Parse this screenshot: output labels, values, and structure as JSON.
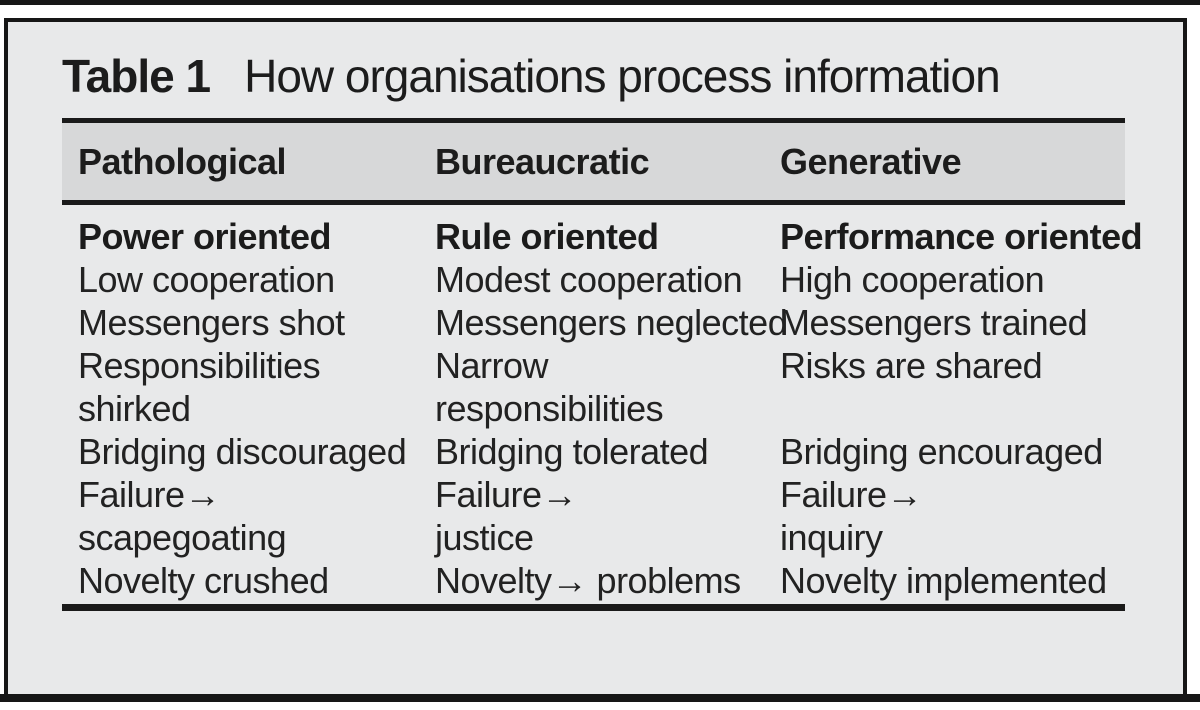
{
  "title": {
    "label": "Table 1",
    "text": "How organisations process information"
  },
  "table": {
    "columns": [
      "Pathological",
      "Bureaucratic",
      "Generative"
    ],
    "rows": [
      [
        "Power oriented",
        "Rule oriented",
        "Performance oriented"
      ],
      [
        "Low cooperation",
        "Modest cooperation",
        "High cooperation"
      ],
      [
        "Messengers shot",
        "Messengers neglected",
        "Messengers trained"
      ],
      [
        "Responsibilities",
        "Narrow",
        "Risks are shared"
      ],
      [
        "shirked",
        "responsibilities",
        ""
      ],
      [
        "Bridging discouraged",
        "Bridging tolerated",
        "Bridging encouraged"
      ],
      [
        "Failure→",
        "Failure→",
        "Failure→"
      ],
      [
        "scapegoating",
        "justice",
        "inquiry"
      ],
      [
        "Novelty crushed",
        "Novelty→ problems",
        "Novelty implemented"
      ]
    ]
  },
  "colors": {
    "page_bg": "#ffffff",
    "card_bg": "#e8e9ea",
    "header_band_bg": "#d7d8d9",
    "rule": "#1a1a1a",
    "text": "#202020"
  }
}
